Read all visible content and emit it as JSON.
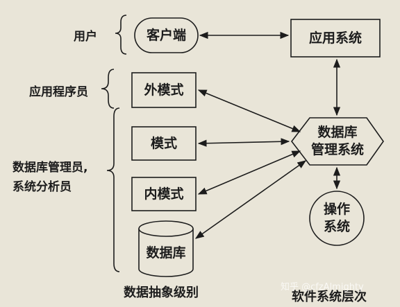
{
  "roles": {
    "user": "用户",
    "app_programmer": "应用程序员",
    "dba_line1": "数据库管理员,",
    "dba_line2": "系统分析员"
  },
  "nodes": {
    "client": "客户端",
    "app_system": "应用系统",
    "external_schema": "外模式",
    "schema": "模式",
    "internal_schema": "内模式",
    "database": "数据库",
    "dbms_line1": "数据库",
    "dbms_line2": "管理系统",
    "os_line1": "操作",
    "os_line2": "系统"
  },
  "captions": {
    "abstraction_level": "数据抽象级别",
    "software_hierarchy": "软件系统层次"
  },
  "watermark": "知乎 @cfzAlmighty"
}
